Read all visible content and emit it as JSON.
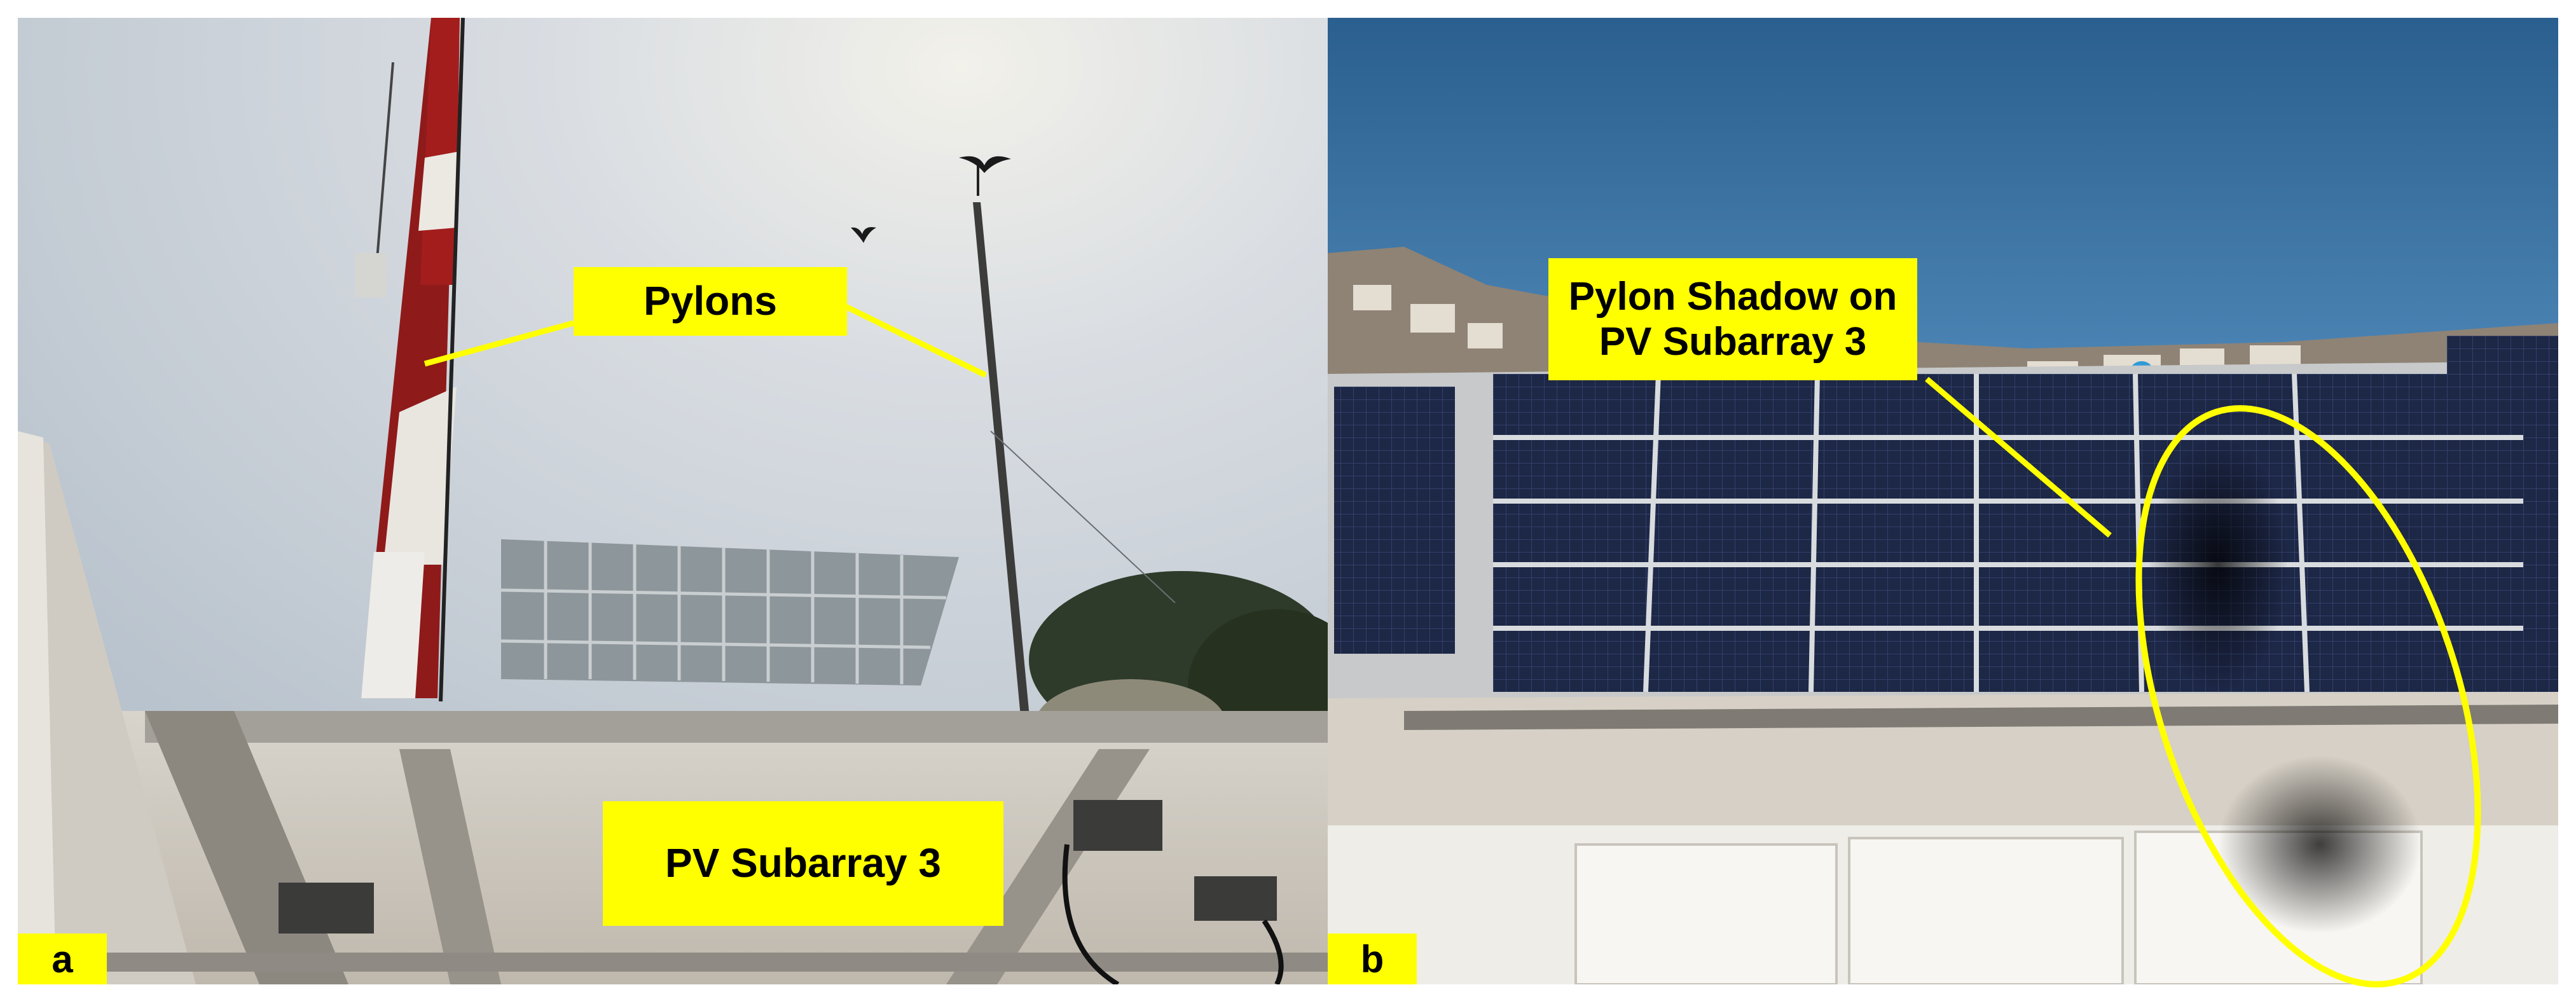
{
  "panel_a": {
    "letter": "a",
    "callout_pylons": "Pylons",
    "callout_subarray": "PV Subarray 3"
  },
  "panel_b": {
    "letter": "b",
    "callout_shadow_line1": "Pylon Shadow on",
    "callout_shadow_line2": "PV Subarray 3"
  },
  "colors": {
    "callout_fill": "#ffff00",
    "callout_line": "#ffff00",
    "sky": "#c9d3de",
    "sea": "#2f6a9a",
    "pv_cell": "#1c2540"
  }
}
